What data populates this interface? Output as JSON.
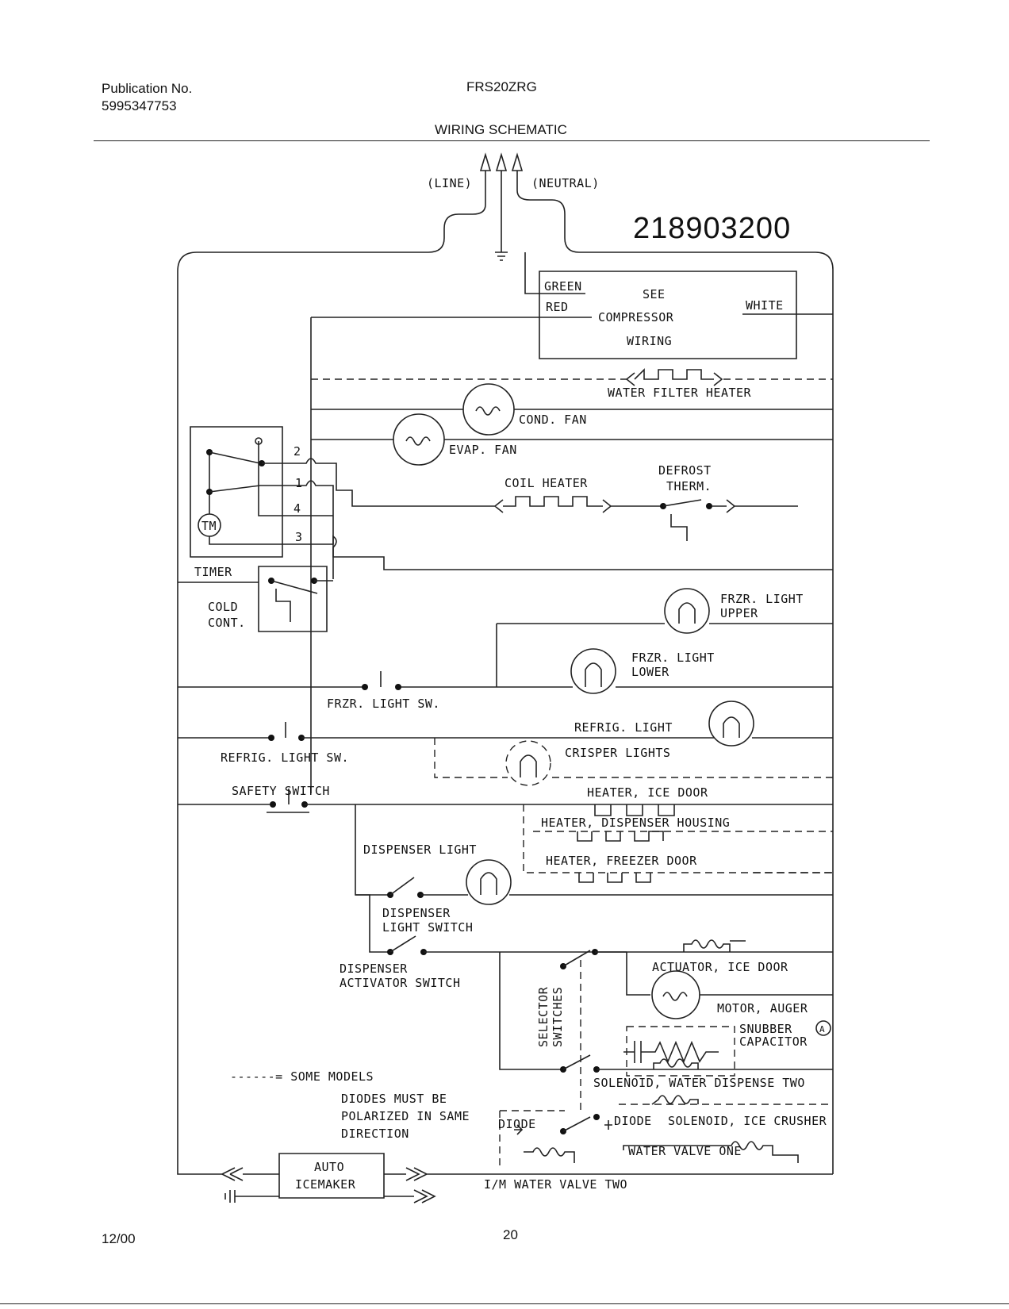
{
  "header": {
    "publication_label": "Publication No.",
    "publication_number": "5995347753",
    "model": "FRS20ZRG",
    "title": "WIRING SCHEMATIC",
    "part_number": "218903200"
  },
  "footer": {
    "date": "12/00",
    "page": "20"
  },
  "labels": {
    "line": "(LINE)",
    "neutral": "(NEUTRAL)",
    "green": "GREEN",
    "red": "RED",
    "white": "WHITE",
    "see": "SEE",
    "compressor": "COMPRESSOR",
    "wiring": "WIRING",
    "water_filter_heater": "WATER FILTER HEATER",
    "cond_fan": "COND. FAN",
    "evap_fan": "EVAP. FAN",
    "coil_heater": "COIL HEATER",
    "defrost": "DEFROST",
    "therm": "THERM.",
    "timer": "TIMER",
    "tm": "TM",
    "pin2": "2",
    "pin1": "1",
    "pin4": "4",
    "pin3": "3",
    "cold": "COLD",
    "cont": "CONT.",
    "frzr_light": "FRZR. LIGHT",
    "upper": "UPPER",
    "frzr_light_lower": "FRZR. LIGHT",
    "lower": "LOWER",
    "frzr_light_sw": "FRZR. LIGHT SW.",
    "refrig_light": "REFRIG. LIGHT",
    "refrig_light_sw": "REFRIG. LIGHT SW.",
    "crisper_lights": "CRISPER LIGHTS",
    "safety_switch": "SAFETY SWITCH",
    "heater_ice_door": "HEATER, ICE DOOR",
    "heater_dispenser_housing": "HEATER, DISPENSER HOUSING",
    "dispenser_light": "DISPENSER LIGHT",
    "heater_freezer_door": "HEATER, FREEZER DOOR",
    "dispenser": "DISPENSER",
    "light_switch": "LIGHT SWITCH",
    "dispenser2": "DISPENSER",
    "activator_switch": "ACTIVATOR SWITCH",
    "actuator_ice_door": "ACTUATOR, ICE DOOR",
    "selector": "SELECTOR",
    "switches": "SWITCHES",
    "motor_auger": "MOTOR, AUGER",
    "snubber": "SNUBBER",
    "capacitor": "CAPACITOR",
    "circle_a": "A",
    "some_models": "------= SOME MODELS",
    "solenoid_water_dispense_two": "SOLENOID, WATER DISPENSE TWO",
    "diodes_must_be": "DIODES MUST BE",
    "polarized": "POLARIZED IN SAME",
    "direction": "DIRECTION",
    "diode1": "DIODE",
    "diode2": "DIODE",
    "solenoid_ice_crusher": "SOLENOID, ICE CRUSHER",
    "water_valve_one": "WATER VALVE ONE",
    "auto": "AUTO",
    "icemaker": "ICEMAKER",
    "im_water_valve_two": "I/M WATER VALVE TWO"
  }
}
